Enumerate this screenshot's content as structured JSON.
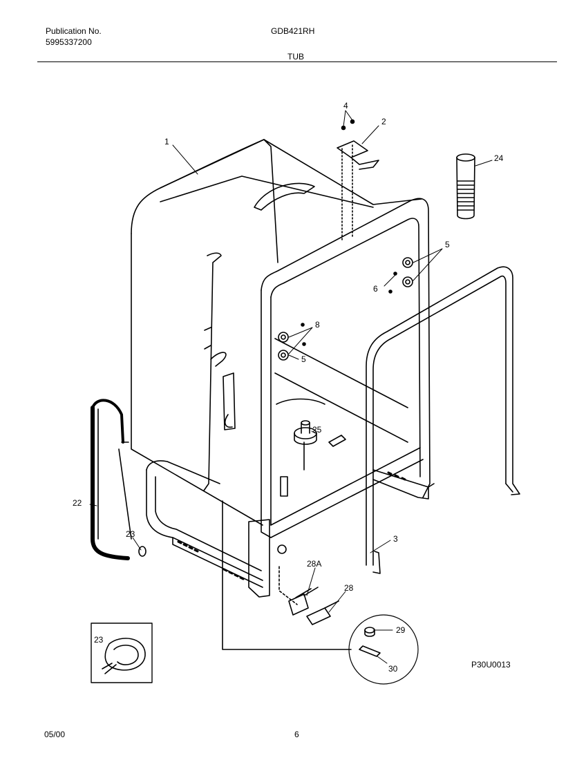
{
  "header": {
    "publication_label": "Publication No.",
    "publication_number": "5995337200",
    "model": "GDB421RH",
    "section_title": "TUB"
  },
  "callouts": {
    "c1": "1",
    "c2": "2",
    "c3": "3",
    "c4": "4",
    "c5a": "5",
    "c5b": "5",
    "c6": "6",
    "c8": "8",
    "c22": "22",
    "c23": "23",
    "c23_inset": "23",
    "c24": "24",
    "c25": "25",
    "c28": "28",
    "c28A": "28A",
    "c29": "29",
    "c30": "30"
  },
  "drawing_code": "P30U0013",
  "footer": {
    "date": "05/00",
    "page": "6"
  }
}
